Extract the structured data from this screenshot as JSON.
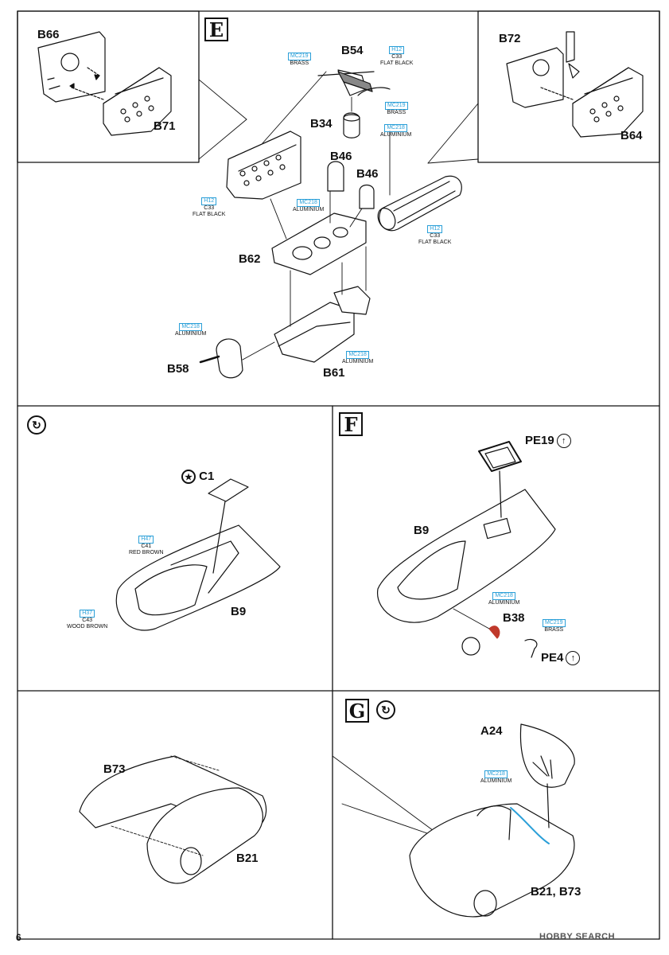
{
  "page": {
    "number": "6",
    "watermark": "HOBBY SEARCH"
  },
  "steps": {
    "E": "E",
    "F": "F",
    "G": "G"
  },
  "parts": {
    "B66": "B66",
    "B71": "B71",
    "B72": "B72",
    "B64": "B64",
    "B54": "B54",
    "B34": "B34",
    "B46a": "B46",
    "B46b": "B46",
    "B62": "B62",
    "B58": "B58",
    "B61": "B61",
    "C1": "C1",
    "B9a": "B9",
    "B9b": "B9",
    "PE19": "PE19",
    "B38": "B38",
    "PE4": "PE4",
    "B73": "B73",
    "B21": "B21",
    "A24": "A24",
    "B21B73": "B21, B73"
  },
  "paints": {
    "p1": {
      "code": "MC219",
      "lines": [
        "BRASS"
      ]
    },
    "p2": {
      "code": "H12",
      "code2": "C33",
      "lines": [
        "FLAT BLACK"
      ]
    },
    "p3": {
      "code": "MC219",
      "lines": [
        "BRASS"
      ]
    },
    "p4": {
      "code": "MC218",
      "lines": [
        "ALUMINIUM"
      ]
    },
    "p5": {
      "code": "H12",
      "code2": "C33",
      "lines": [
        "FLAT BLACK"
      ]
    },
    "p6": {
      "code": "MC218",
      "lines": [
        "ALUMINIUM"
      ]
    },
    "p7": {
      "code": "H12",
      "code2": "C33",
      "lines": [
        "FLAT BLACK"
      ]
    },
    "p8": {
      "code": "MC218",
      "lines": [
        "ALUMINIUM"
      ]
    },
    "p9": {
      "code": "MC218",
      "lines": [
        "ALUMINIUM"
      ]
    },
    "p10": {
      "code": "H47",
      "code2": "C41",
      "lines": [
        "RED BROWN"
      ]
    },
    "p11": {
      "code": "H37",
      "code2": "C43",
      "lines": [
        "WOOD BROWN"
      ]
    },
    "p12": {
      "code": "MC218",
      "lines": [
        "ALUMINIUM"
      ]
    },
    "p13": {
      "code": "MC219",
      "lines": [
        "BRASS"
      ]
    },
    "p14": {
      "code": "MC218",
      "lines": [
        "ALUMINIUM"
      ]
    }
  },
  "colors": {
    "paint_code": "#2a9fd8",
    "line": "#111111",
    "accent_red": "#c0392b"
  },
  "icons": {
    "repeat": "repeat-icon",
    "star": "star-icon",
    "up": "up-arrow-icon"
  }
}
